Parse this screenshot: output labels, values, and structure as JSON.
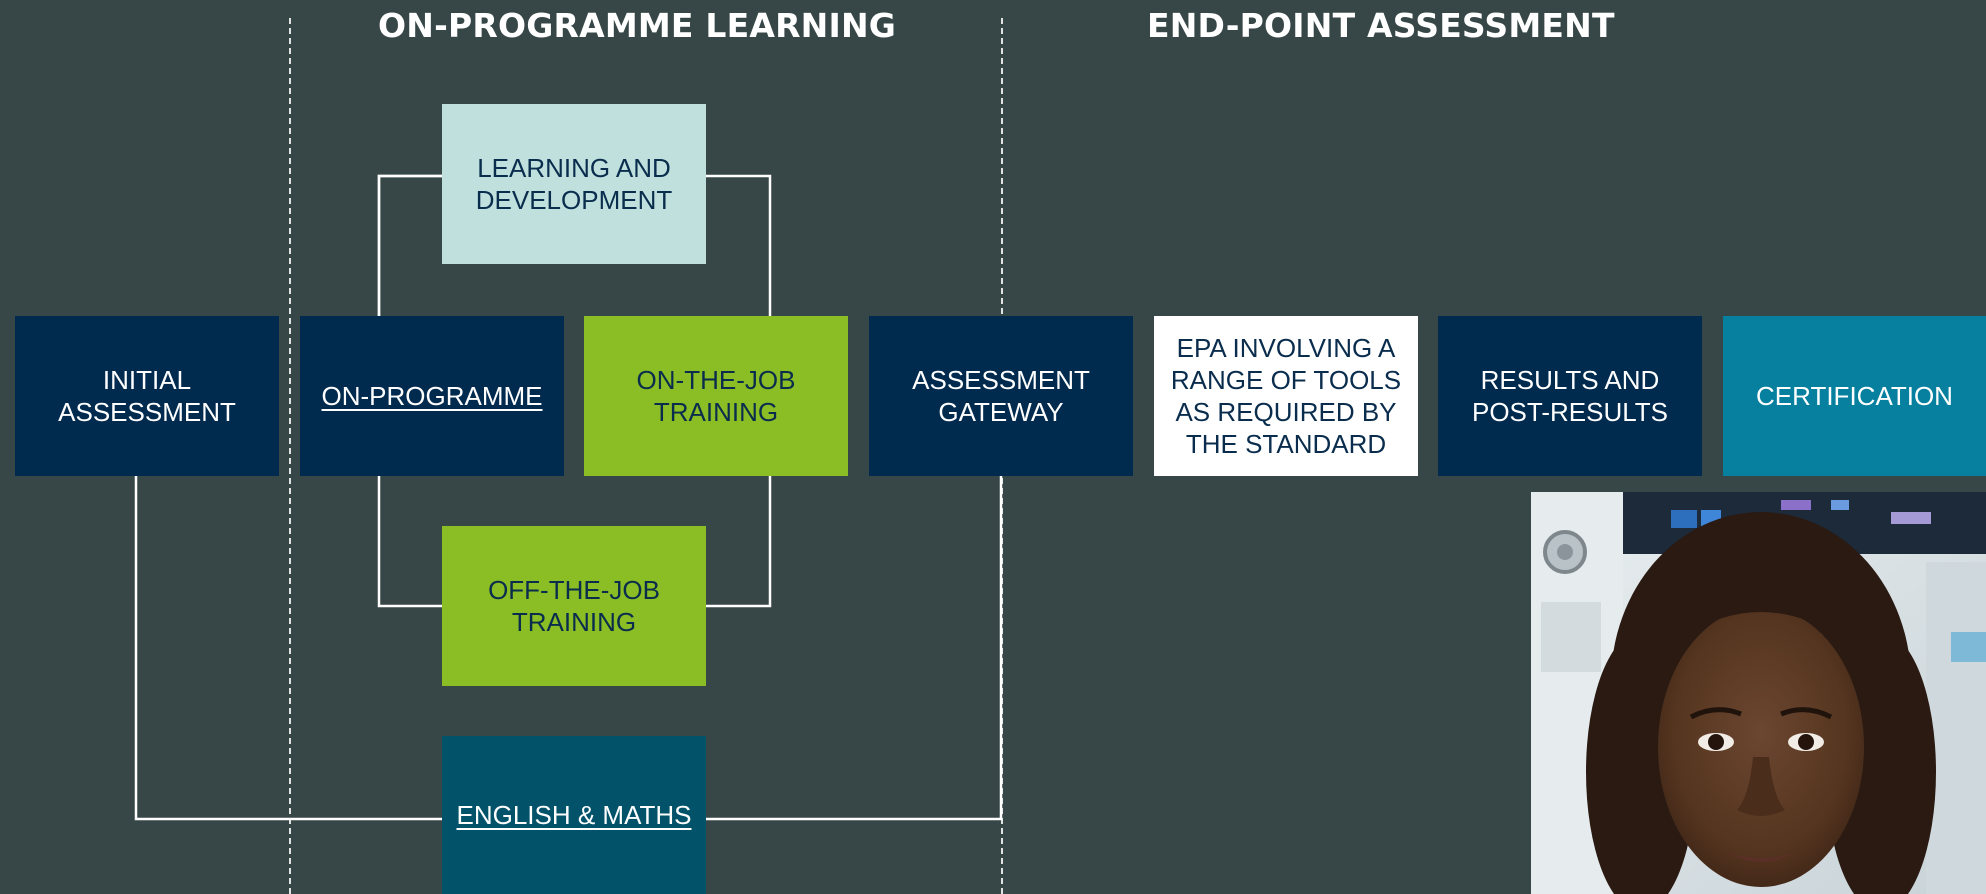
{
  "headings": {
    "on_programme": "ON-PROGRAMME LEARNING",
    "end_point": "END-POINT ASSESSMENT"
  },
  "boxes": {
    "learning_development": {
      "label": "LEARNING AND\nDEVELOPMENT",
      "color": "#bfe0dc"
    },
    "initial_assessment": {
      "label": "INITIAL\nASSESSMENT",
      "color": "#012a4f"
    },
    "on_programme": {
      "label": "ON-PROGRAMME",
      "color": "#012a4f"
    },
    "on_the_job": {
      "label": "ON-THE-JOB\nTRAINING",
      "color": "#8bbd24"
    },
    "assessment_gateway": {
      "label": "ASSESSMENT\nGATEWAY",
      "color": "#012a4f"
    },
    "epa": {
      "label": "EPA INVOLVING A\nRANGE OF TOOLS\nAS REQUIRED BY\nTHE STANDARD",
      "color": "#ffffff"
    },
    "results": {
      "label": "RESULTS AND\nPOST-RESULTS",
      "color": "#012a4f"
    },
    "certification": {
      "label": "CERTIFICATION",
      "color": "#06809e"
    },
    "off_the_job": {
      "label": "OFF-THE-JOB\nTRAINING",
      "color": "#8bbd24"
    },
    "english_maths": {
      "label": "ENGLISH & MATHS",
      "color": "#02536a"
    }
  },
  "colors": {
    "background": "#374747",
    "dark_text": "#0a2d4d",
    "light_text": "#ffffff",
    "connector": "#ffffff"
  }
}
